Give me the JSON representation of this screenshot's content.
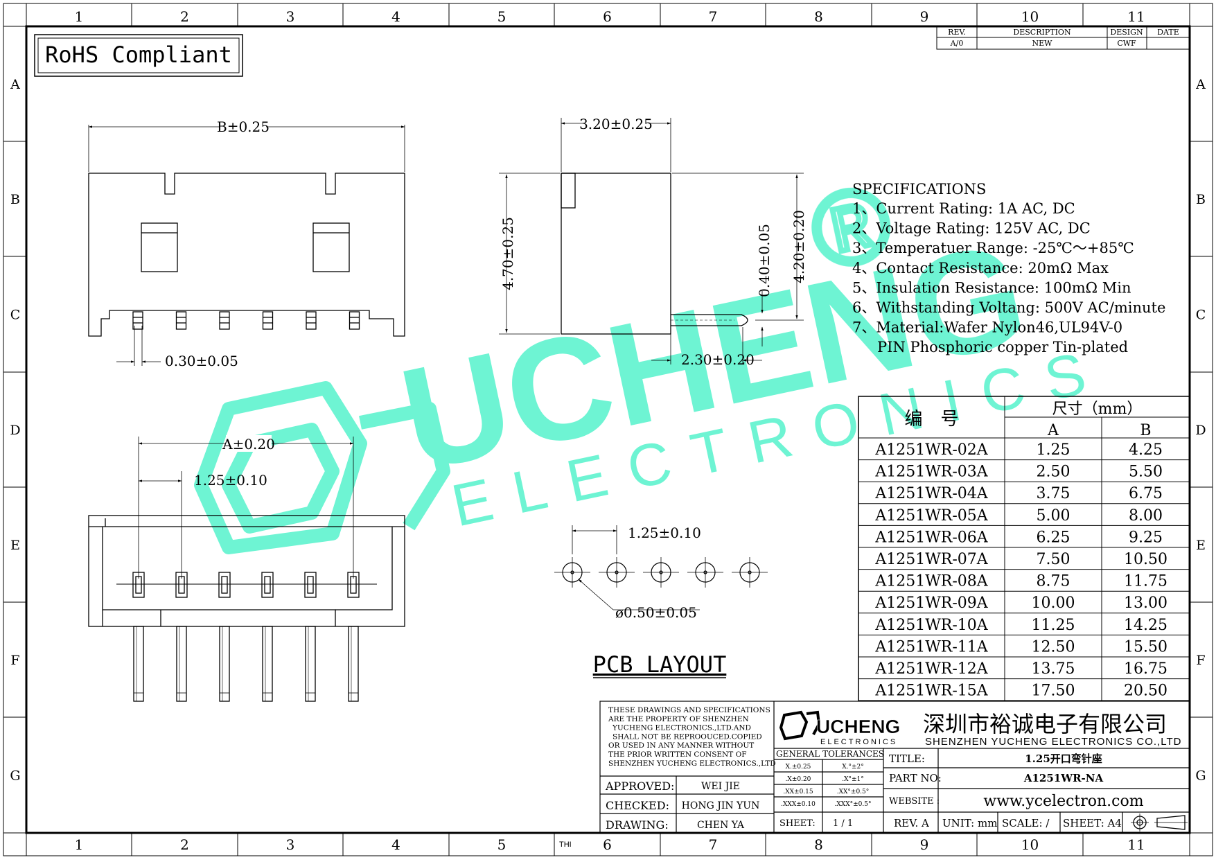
{
  "frame": {
    "col_labels": [
      "1",
      "2",
      "3",
      "4",
      "5",
      "6",
      "7",
      "8",
      "9",
      "10",
      "11"
    ],
    "row_labels": [
      "A",
      "B",
      "C",
      "D",
      "E",
      "F",
      "G"
    ],
    "thi": "THI"
  },
  "rohs": "RoHS Compliant",
  "revision": {
    "headers": [
      "REV.",
      "DESCRIPTION",
      "DESIGN",
      "DATE"
    ],
    "row": [
      "A/0",
      "NEW",
      "CWF",
      ""
    ]
  },
  "dims": {
    "b": "B±0.25",
    "pin_w": "0.30±0.05",
    "side_w": "3.20±0.25",
    "side_h": "4.70±0.25",
    "pin_h": "4.20±0.20",
    "pin_t": "0.40±0.05",
    "pin_len": "2.30±0.20",
    "a": "A±0.20",
    "pitch": "1.25±0.10",
    "pcb_pitch": "1.25±0.10",
    "hole": "ø0.50±0.05"
  },
  "pcb_layout": "PCB LAYOUT",
  "specs": {
    "title": "SPECIFICATIONS",
    "lines": [
      "1、Current Rating: 1A AC, DC",
      "2、Voltage Rating: 125V AC, DC",
      "3、Temperatuer Range: -25℃～+85℃",
      "4、Contact Resistance: 20mΩ Max",
      "5、Insulation Resistance: 100mΩ Min",
      "6、Withstanding Voltang: 500V AC/minute",
      "7、Material:Wafer Nylon46,UL94V-0",
      "PIN Phosphoric copper Tin-plated"
    ]
  },
  "table": {
    "h_part": "编　号",
    "h_size": "尺寸（mm）",
    "h_a": "A",
    "h_b": "B",
    "rows": [
      [
        "A1251WR-02A",
        "1.25",
        "4.25"
      ],
      [
        "A1251WR-03A",
        "2.50",
        "5.50"
      ],
      [
        "A1251WR-04A",
        "3.75",
        "6.75"
      ],
      [
        "A1251WR-05A",
        "5.00",
        "8.00"
      ],
      [
        "A1251WR-06A",
        "6.25",
        "9.25"
      ],
      [
        "A1251WR-07A",
        "7.50",
        "10.50"
      ],
      [
        "A1251WR-08A",
        "8.75",
        "11.75"
      ],
      [
        "A1251WR-09A",
        "10.00",
        "13.00"
      ],
      [
        "A1251WR-10A",
        "11.25",
        "14.25"
      ],
      [
        "A1251WR-11A",
        "12.50",
        "15.50"
      ],
      [
        "A1251WR-12A",
        "13.75",
        "16.75"
      ],
      [
        "A1251WR-15A",
        "17.50",
        "20.50"
      ]
    ]
  },
  "watermark": {
    "big": "UCHENG",
    "small": "ELECTRONICS",
    "mark": "®"
  },
  "title_block": {
    "notice": [
      "THESE DRAWINGS AND SPECIFICATIONS",
      "ARE THE PROPERTY OF SHENZHEN",
      "YUCHENG ELECTRONICS.,LTD.AND",
      "SHALL NOT BE REPROOUCED.COPIED",
      "OR USED IN ANY MANNER WITHOUT",
      "THE PRIOR WRITTEN CONSENT OF",
      "SHENZHEN YUCHENG ELECTRONICS.,LTD"
    ],
    "logo_text": "UCHENG",
    "logo_sub": "ELECTRONICS",
    "company_cn": "深圳市裕诚电子有限公司",
    "company_en": "SHENZHEN YUCHENG ELECTRONICS CO.,LTD",
    "approved_label": "APPROVED:",
    "approved": "WEI JIE",
    "checked_label": "CHECKED:",
    "checked": "HONG JIN YUN",
    "drawing_label": "DRAWING:",
    "drawing": "CHEN YA",
    "tolerances_title": "GENERAL TOLERANCES",
    "tolerances": [
      [
        "X.±0.25",
        "X.°±2°"
      ],
      [
        ".X±0.20",
        ".X°±1°"
      ],
      [
        ".XX±0.15",
        ".XX°±0.5°"
      ],
      [
        ".XXX±0.10",
        ".XXX°±0.5°"
      ]
    ],
    "sheet_label": "SHEET:",
    "sheet": "1 / 1",
    "title_label": "TITLE:",
    "title": "1.25开口弯针座",
    "part_label": "PART NO:",
    "part": "A1251WR-NA",
    "website_label": "WEBSITE :",
    "website": "www.ycelectron.com",
    "rev": "REV. A",
    "unit": "UNIT: mm",
    "scale": "SCALE: /",
    "sheet_size": "SHEET: A4"
  }
}
